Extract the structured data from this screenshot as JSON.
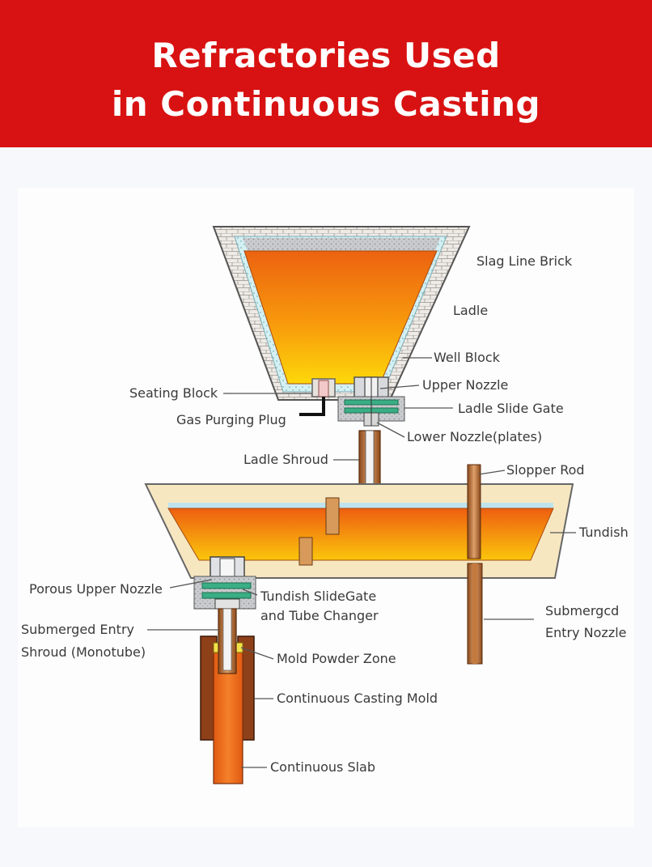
{
  "header": {
    "title_line1": "Refractories Used",
    "title_line2": "in Continuous Casting"
  },
  "labels": {
    "slag_line_brick": "Slag Line Brick",
    "ladle": "Ladle",
    "well_block": "Well Block",
    "upper_nozzle": "Upper Nozzle",
    "ladle_slide_gate": "Ladle Slide Gate",
    "lower_nozzle": "Lower Nozzle(plates)",
    "seating_block": "Seating Block",
    "gas_purging_plug": "Gas Purging Plug",
    "ladle_shroud": "Ladle Shroud",
    "slopper_rod": "Slopper Rod",
    "tundish": "Tundish",
    "porous_upper_nozzle": "Porous Upper Nozzle",
    "tundish_slidegate_1": "Tundish SlideGate",
    "tundish_slidegate_2": "and Tube Changer",
    "submerged_entry_shroud_1": "Submerged Entry",
    "submerged_entry_shroud_2": "Shroud (Monotube)",
    "submerged_entry_nozzle_1": "Submergcd",
    "submerged_entry_nozzle_2": "Entry Nozzle",
    "mold_powder_zone": "Mold Powder Zone",
    "continuous_casting_mold": "Continuous Casting Mold",
    "continuous_slab": "Continuous Slab"
  },
  "colors": {
    "banner": "#d81212",
    "molten_steel_top": "#ee6a10",
    "molten_steel_bottom": "#fdd20a",
    "tundish_lining": "#f6e7c1",
    "brick": "#ece8e4",
    "insulation": "#cfeef0",
    "gate_plates": "#3aae85",
    "nozzle": "#b86a2c",
    "mold": "#9a4a1f"
  }
}
